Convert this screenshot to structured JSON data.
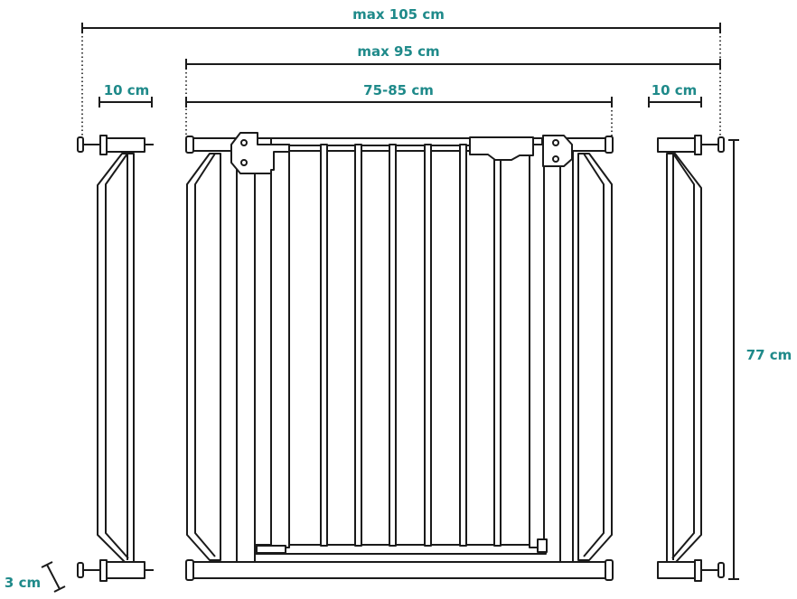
{
  "labels": {
    "max_total_width": "max 105 cm",
    "max_gate_width": "max 95 cm",
    "gate_range": "75-85 cm",
    "extension_left": "10 cm",
    "extension_right": "10 cm",
    "height": "77 cm",
    "adjuster": "3 cm"
  },
  "colors": {
    "label": "#1f8a8a",
    "line": "#1a1a1a"
  }
}
